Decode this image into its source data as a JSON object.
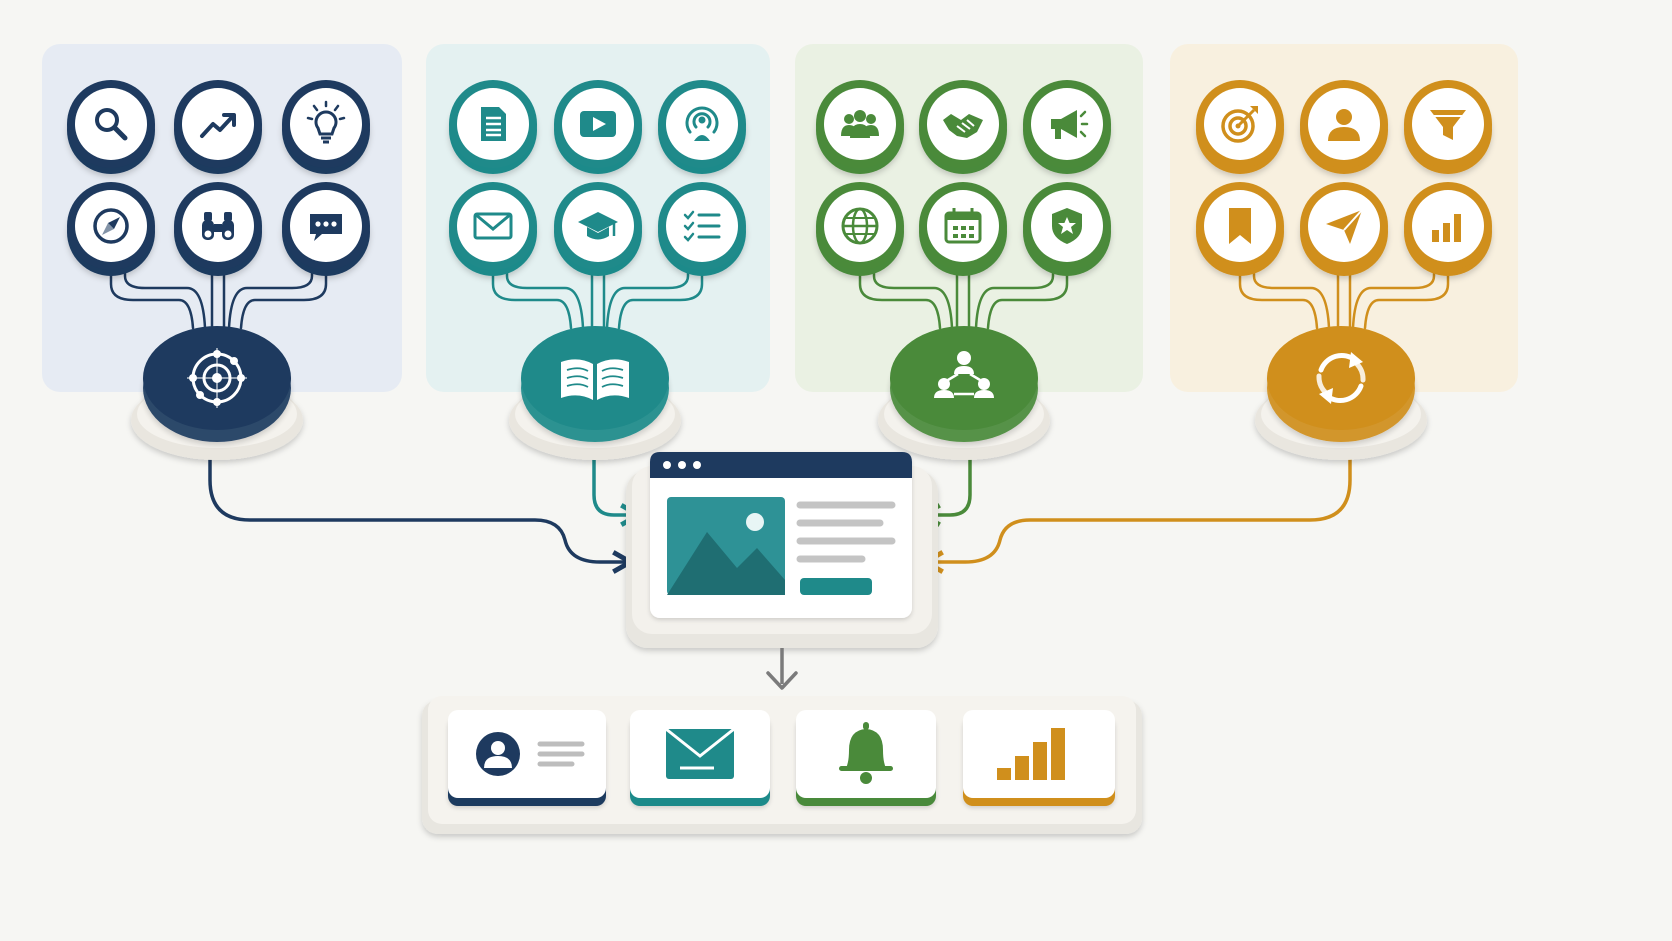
{
  "palette": {
    "navy": "#1e3a5f",
    "teal": "#1f8a8a",
    "green": "#4a8a3a",
    "gold": "#d08f1c",
    "panel_navy": "#e6ebf3",
    "panel_teal": "#e4f1f1",
    "panel_green": "#eaf1e3",
    "panel_gold": "#f8f0df",
    "plate": "#e8e6e0",
    "card": "#ffffff",
    "line_gray": "#7b7b7b",
    "image_fill": "#2e9296",
    "image_mountain": "#1f6e72"
  },
  "groups": [
    {
      "id": "research",
      "color": "#1e3a5f",
      "panel": "#e6ebf3",
      "hub_icon": "radar-target-icon",
      "icons": [
        "search-icon",
        "trending-up-icon",
        "lightbulb-icon",
        "compass-icon",
        "binoculars-icon",
        "chat-bubble-icon"
      ]
    },
    {
      "id": "content",
      "color": "#1f8a8a",
      "panel": "#e4f1f1",
      "hub_icon": "open-book-icon",
      "icons": [
        "document-icon",
        "video-play-icon",
        "podcast-icon",
        "envelope-icon",
        "graduation-cap-icon",
        "checklist-icon"
      ]
    },
    {
      "id": "community",
      "color": "#4a8a3a",
      "panel": "#eaf1e3",
      "hub_icon": "network-people-icon",
      "icons": [
        "people-group-icon",
        "handshake-icon",
        "megaphone-icon",
        "globe-icon",
        "calendar-icon",
        "shield-star-icon"
      ]
    },
    {
      "id": "conversion",
      "color": "#d08f1c",
      "panel": "#f8f0df",
      "hub_icon": "cycle-arrows-icon",
      "icons": [
        "target-icon",
        "user-icon",
        "funnel-icon",
        "bookmark-icon",
        "paper-plane-icon",
        "bar-chart-icon"
      ]
    }
  ],
  "center": {
    "icon": "web-page-icon",
    "window_dots": 3
  },
  "outputs": [
    {
      "id": "profile",
      "icon": "user-profile-card-icon",
      "color": "#1e3a5f"
    },
    {
      "id": "email",
      "icon": "email-icon",
      "color": "#1f8a8a"
    },
    {
      "id": "notification",
      "icon": "bell-icon",
      "color": "#4a8a3a"
    },
    {
      "id": "analytics",
      "icon": "bar-chart-icon",
      "color": "#d08f1c"
    }
  ]
}
